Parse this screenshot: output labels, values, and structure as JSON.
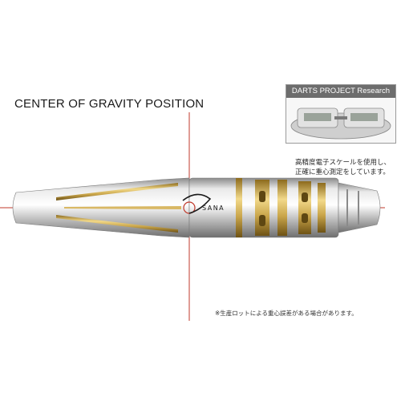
{
  "heading": {
    "title": "CENTER OF GRAVITY POSITION"
  },
  "research_panel": {
    "title": "DARTS PROJECT Research",
    "caption_lines": [
      "高精度電子スケールを使用し、",
      "正確に重心測定をしています。"
    ]
  },
  "dart": {
    "logo_text": "SANA",
    "colors": {
      "silver": "#c9c9c9",
      "gold": "#c9a54a",
      "crosshair": "#c0392b"
    }
  },
  "footnote": {
    "text": "※生産ロットによる重心誤差がある場合があります。"
  }
}
